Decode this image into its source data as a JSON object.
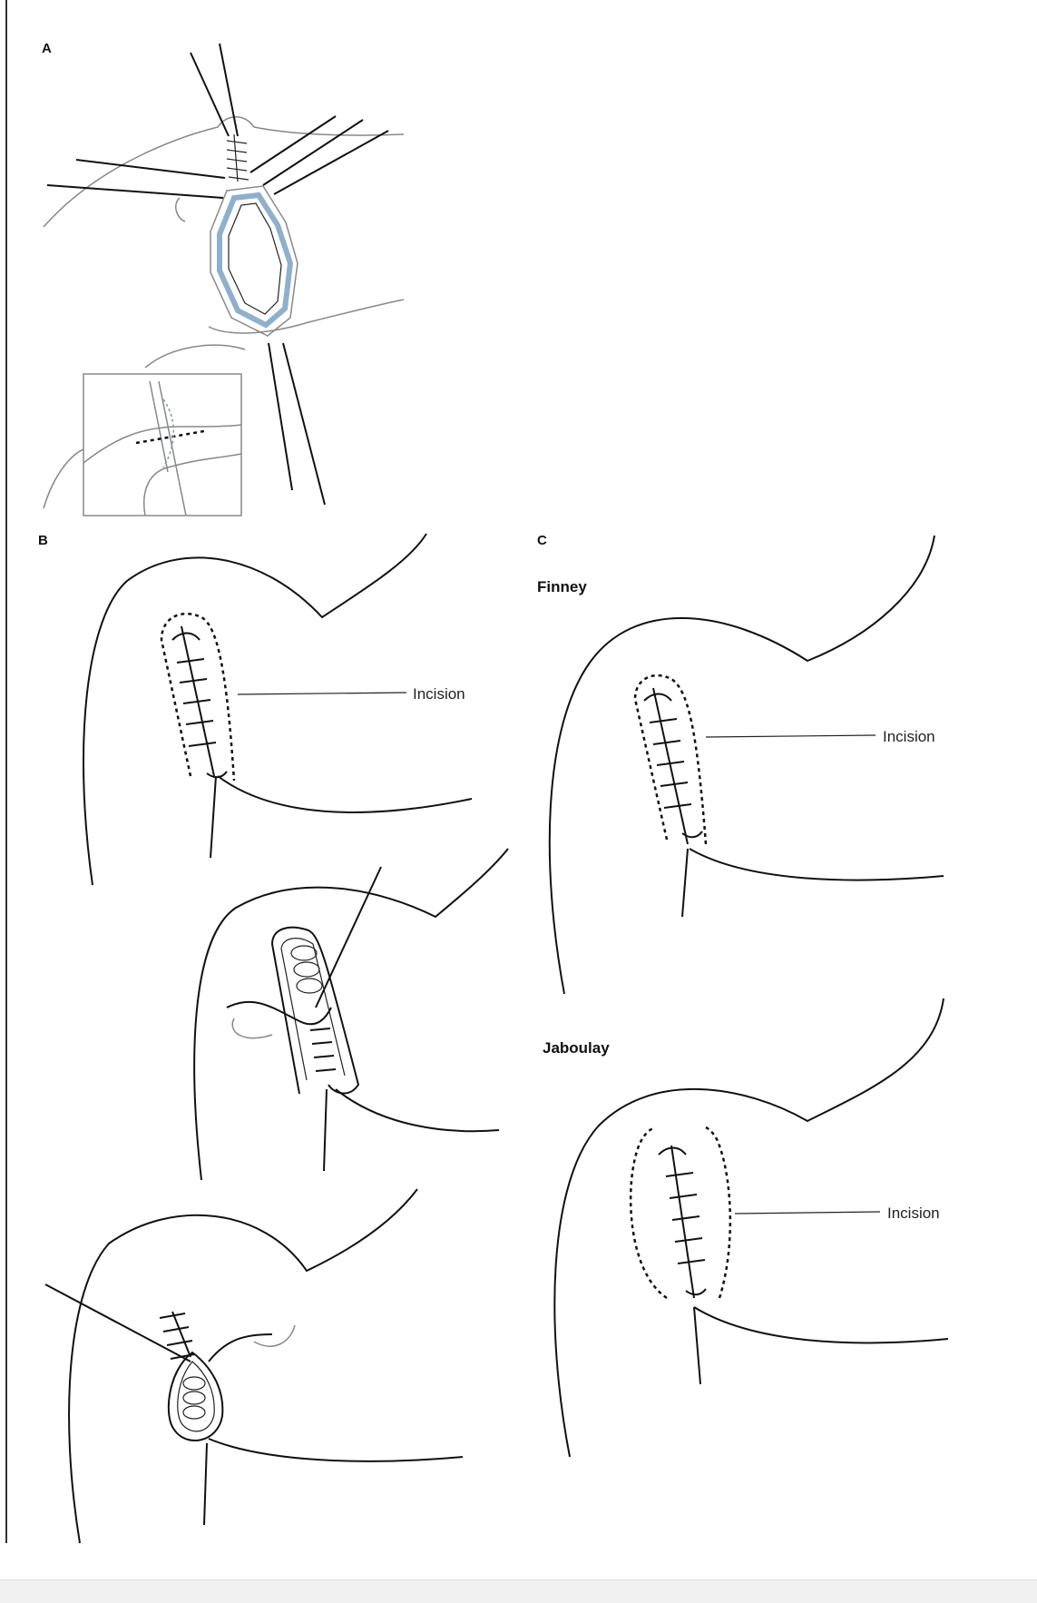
{
  "panels": {
    "a": {
      "label": "A"
    },
    "b": {
      "label": "B",
      "incision_label": "Incision"
    },
    "c": {
      "label": "C",
      "finney": {
        "name": "Finney",
        "incision_label": "Incision"
      },
      "jaboulay": {
        "name": "Jaboulay",
        "incision_label": "Incision"
      }
    }
  },
  "colors": {
    "line": "#111111",
    "tissue_blue": "#8fb0cc",
    "footer_bar": "#f0f0f0"
  }
}
